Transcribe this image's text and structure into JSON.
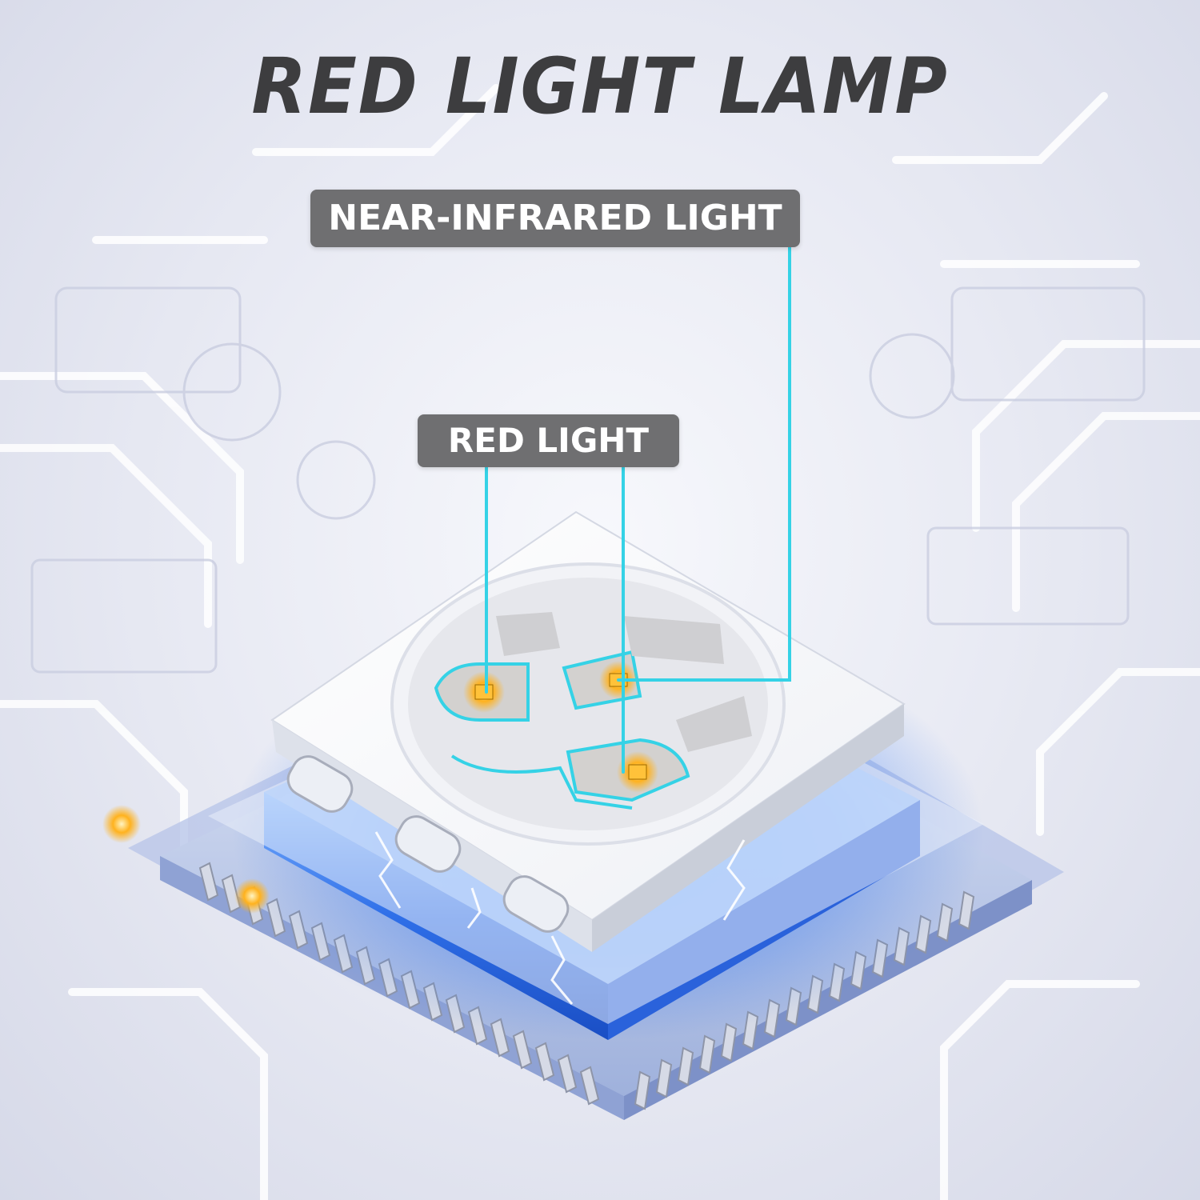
{
  "headline": "RED LIGHT LAMP",
  "labels": {
    "near_infrared": "NEAR-INFRARED LIGHT",
    "red": "RED LIGHT"
  },
  "colors": {
    "headline_text": "#3d3d3f",
    "label_background": "#6f6f71",
    "label_text": "#ffffff",
    "leader_line": "#35d2e6",
    "glow_blue": "#3f7ef0",
    "chip_orange": "#ffb21e"
  },
  "icons": {
    "led_chip": "smd-led-chip-icon",
    "circuit": "circuit-board-pattern"
  }
}
